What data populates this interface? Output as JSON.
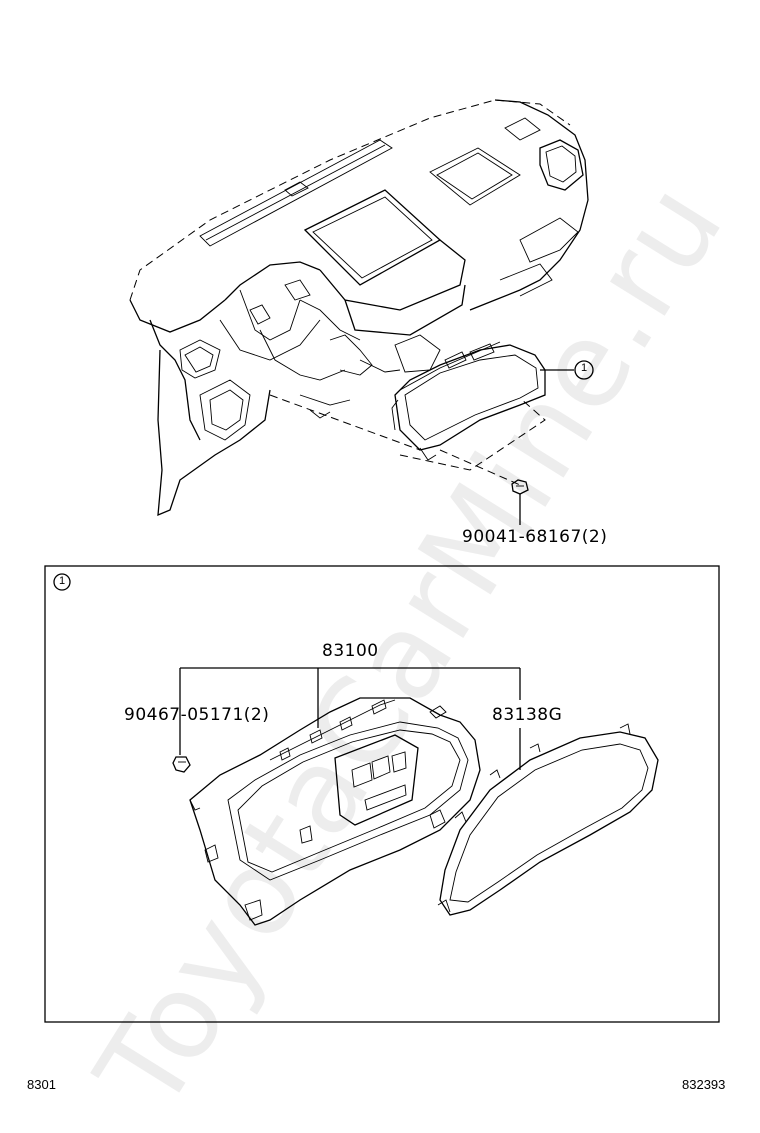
{
  "callouts": {
    "ref_marker": "1",
    "inset_marker": "1",
    "bolt_part": "90041-68167(2)",
    "assembly_part": "83100",
    "screw_part": "90467-05171(2)",
    "lens_part": "83138G"
  },
  "footer": {
    "section_code": "8301",
    "illustration_code": "832393"
  },
  "watermark": "ToyotaCarMine.ru"
}
